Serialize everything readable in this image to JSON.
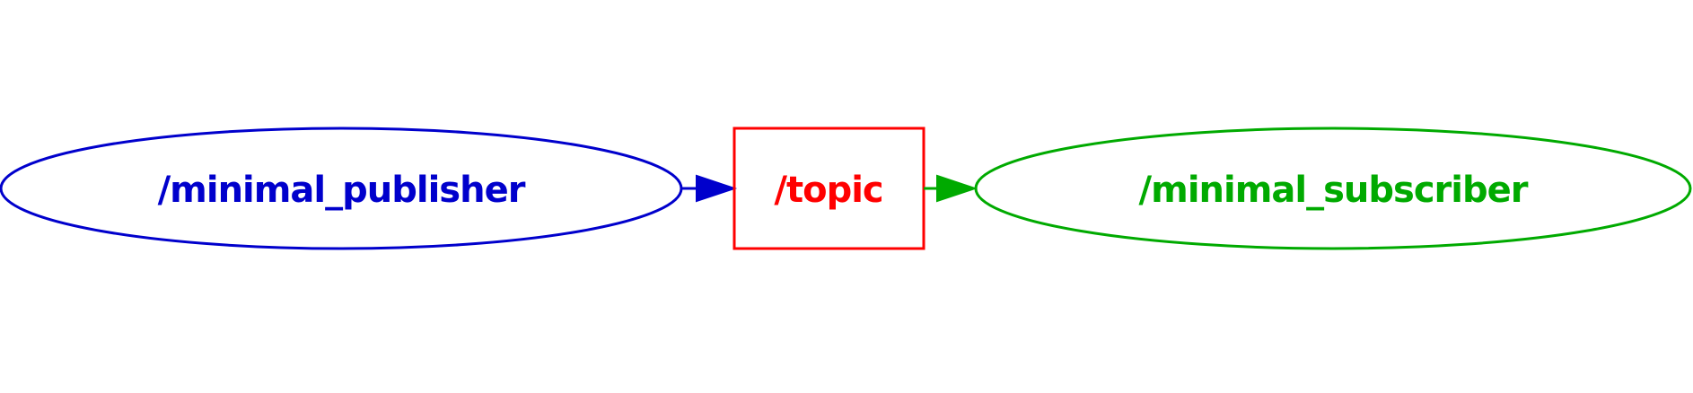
{
  "graph": {
    "publisher": {
      "label": "/minimal_publisher",
      "color": "#0000cc"
    },
    "topic": {
      "label": "/topic",
      "color": "#ff0000"
    },
    "subscriber": {
      "label": "/minimal_subscriber",
      "color": "#00aa00"
    },
    "edges": [
      {
        "from": "publisher",
        "to": "topic",
        "color": "#0000cc"
      },
      {
        "from": "topic",
        "to": "subscriber",
        "color": "#00aa00"
      }
    ]
  }
}
